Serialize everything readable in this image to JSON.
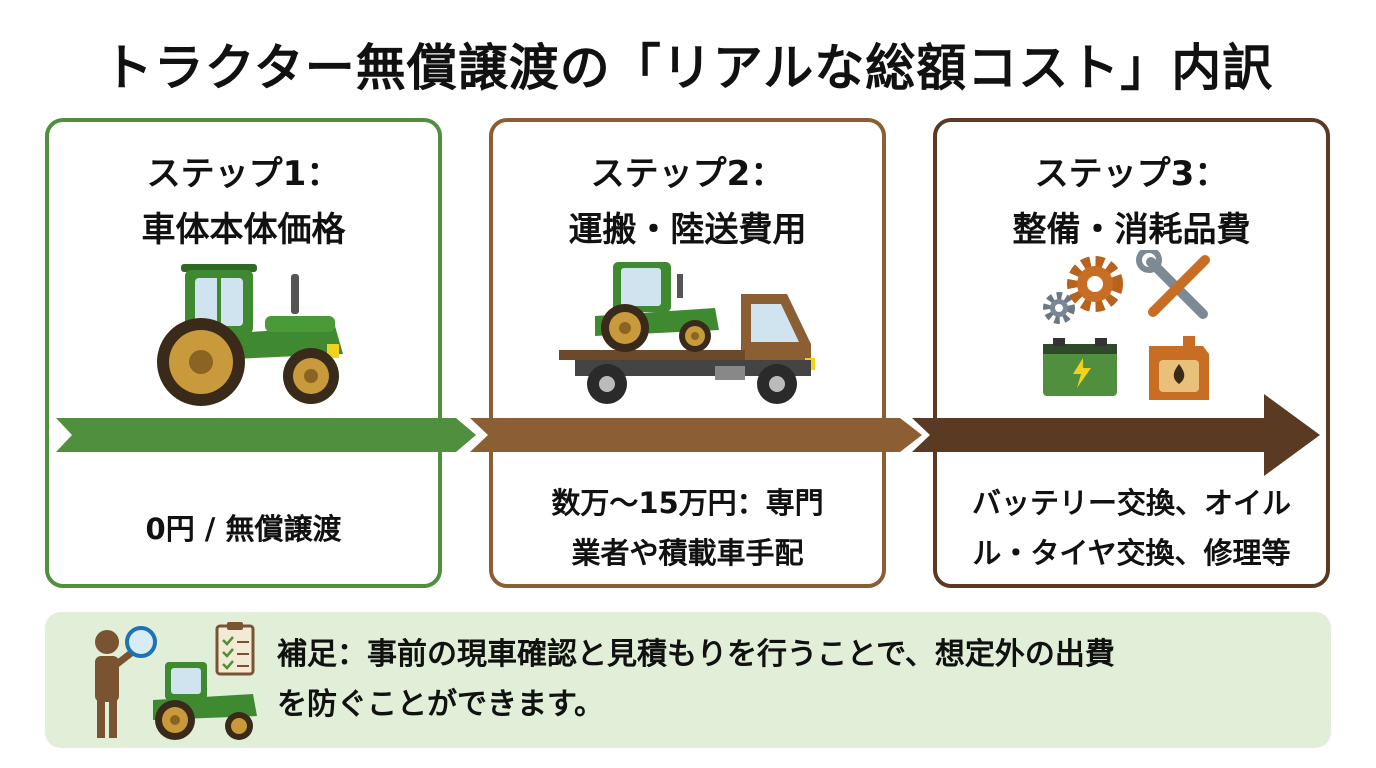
{
  "title": "トラクター無償譲渡の「リアルな総額コスト」内訳",
  "steps": [
    {
      "heading": [
        "ステップ1：",
        "車体本体価格"
      ],
      "description": [
        "0円 / 無償譲渡"
      ],
      "icon": "tractor-icon",
      "color": "#4f8f3d"
    },
    {
      "heading": [
        "ステップ2：",
        "運搬・陸送費用"
      ],
      "description": [
        "数万〜15万円：専門",
        "業者や積載車手配"
      ],
      "icon": "flatbed-truck-icon",
      "color": "#8b5e34"
    },
    {
      "heading": [
        "ステップ3：",
        "整備・消耗品費"
      ],
      "description": [
        "バッテリー交換、オイル",
        "ル・タイヤ交換、修理等"
      ],
      "icon": "maintenance-tools-icon",
      "color": "#5a3a22"
    }
  ],
  "note": {
    "lines": [
      "補足：事前の現車確認と見積もりを行うことで、想定外の出費",
      "を防ぐことができます。"
    ],
    "icon": "inspection-icon",
    "background": "#e1eed8"
  }
}
